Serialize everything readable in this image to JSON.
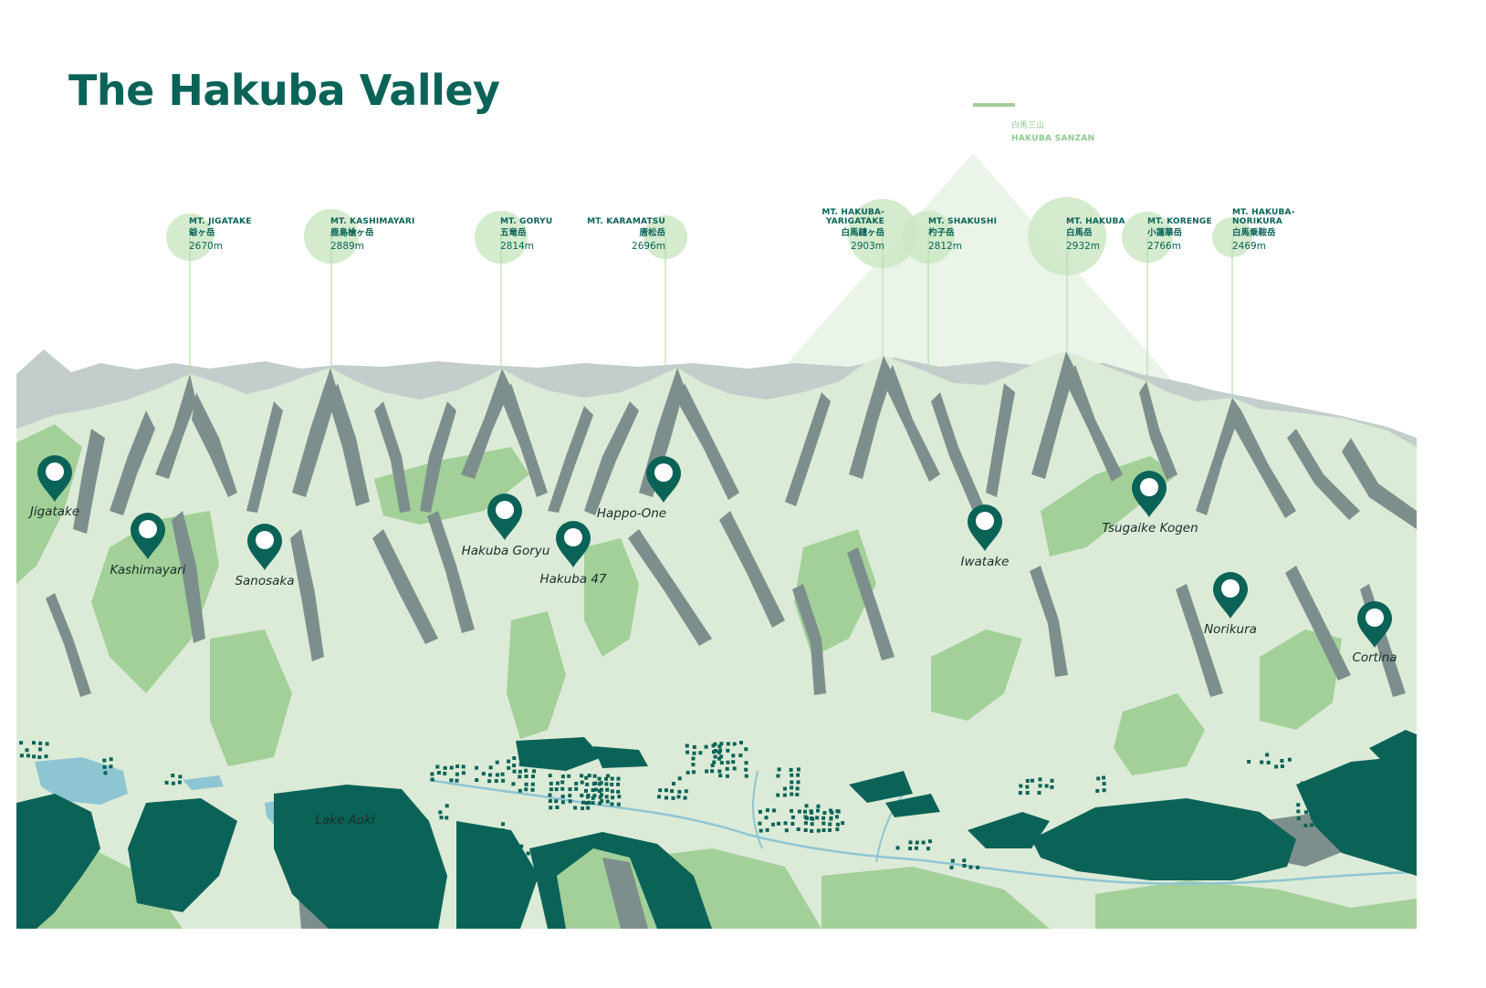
{
  "title": "The Hakuba Valley",
  "colors": {
    "brand": "#0b6358",
    "rock": "#7d8f8d",
    "far_ridge": "#c3cdcb",
    "pale_green": "#dcebd7",
    "light_green": "#c2dfba",
    "mid_green": "#a2d098",
    "dark_green": "#0b6358",
    "lake": "#8ec5d3",
    "peak_circle": "#cde8c4"
  },
  "sanzan": {
    "jp": "白馬三山",
    "en": "HAKUBA SANZAN"
  },
  "peaks": [
    {
      "en": "MT. JIGATAKE",
      "jp": "爺ヶ岳",
      "elevation": "2670m"
    },
    {
      "en": "MT. KASHIMAYARI",
      "jp": "鹿島槍ヶ岳",
      "elevation": "2889m"
    },
    {
      "en": "MT. GORYU",
      "jp": "五竜岳",
      "elevation": "2814m"
    },
    {
      "en": "MT. KARAMATSU",
      "jp": "唐松岳",
      "elevation": "2696m"
    },
    {
      "en": "MT. HAKUBA-\nYARIGATAKE",
      "jp": "白馬鑓ヶ岳",
      "elevation": "2903m"
    },
    {
      "en": "MT. SHAKUSHI",
      "jp": "杓子岳",
      "elevation": "2812m"
    },
    {
      "en": "MT. HAKUBA",
      "jp": "白馬岳",
      "elevation": "2932m"
    },
    {
      "en": "MT. KORENGE",
      "jp": "小蓮華岳",
      "elevation": "2766m"
    },
    {
      "en": "MT. HAKUBA-\nNORIKURA",
      "jp": "白馬乗鞍岳",
      "elevation": "2469m"
    }
  ],
  "resorts": [
    {
      "name": "Jigatake"
    },
    {
      "name": "Kashimayari"
    },
    {
      "name": "Sanosaka"
    },
    {
      "name": "Hakuba Goryu"
    },
    {
      "name": "Hakuba 47"
    },
    {
      "name": "Happo-One"
    },
    {
      "name": "Iwatake"
    },
    {
      "name": "Tsugaike Kogen"
    },
    {
      "name": "Norikura"
    },
    {
      "name": "Cortina"
    }
  ],
  "lake": {
    "name": "Lake Aoki"
  }
}
